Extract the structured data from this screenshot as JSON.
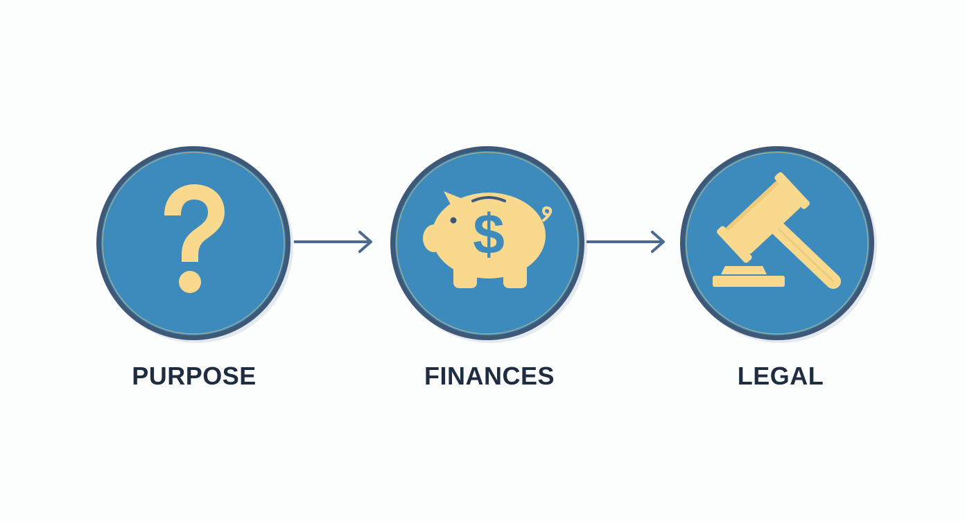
{
  "steps": [
    {
      "label": "PURPOSE",
      "icon": "question-mark-icon"
    },
    {
      "label": "FINANCES",
      "icon": "piggy-bank-icon"
    },
    {
      "label": "LEGAL",
      "icon": "gavel-icon"
    }
  ],
  "colors": {
    "circle_fill": "#3d8bbd",
    "circle_border": "#3e5878",
    "icon_fill": "#f8d98d",
    "arrow": "#4a6a92",
    "label_text": "#1f2d40",
    "background": "#fcfdfd"
  }
}
